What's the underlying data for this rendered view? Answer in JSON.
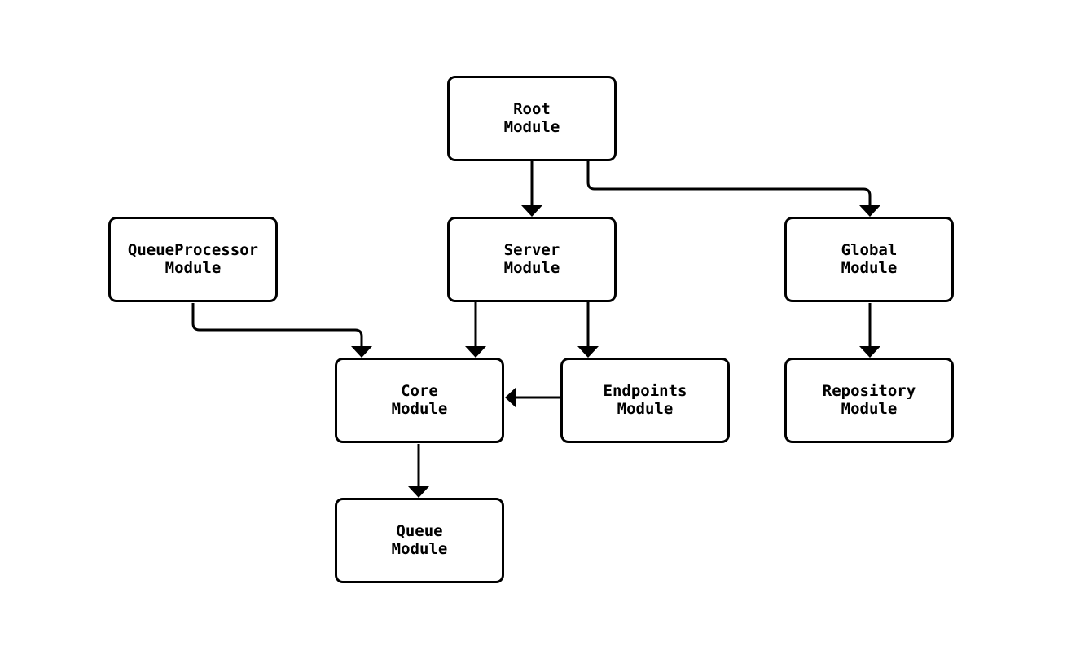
{
  "diagram": {
    "type": "flowchart",
    "background_color": "#ffffff",
    "node_fill_color": "#ffffff",
    "node_border_color": "#000000",
    "edge_color": "#000000",
    "text_color": "#000000",
    "nodes": {
      "root": {
        "label": "Root\nModule"
      },
      "queueprocessor": {
        "label": "QueueProcessor\nModule"
      },
      "server": {
        "label": "Server\nModule"
      },
      "global": {
        "label": "Global\nModule"
      },
      "core": {
        "label": "Core\nModule"
      },
      "endpoints": {
        "label": "Endpoints\nModule"
      },
      "repository": {
        "label": "Repository\nModule"
      },
      "queue": {
        "label": "Queue\nModule"
      }
    },
    "edges": [
      {
        "from": "Root Module",
        "to": "Server Module"
      },
      {
        "from": "Root Module",
        "to": "Global Module"
      },
      {
        "from": "QueueProcessor Module",
        "to": "Core Module"
      },
      {
        "from": "Server Module",
        "to": "Core Module"
      },
      {
        "from": "Server Module",
        "to": "Endpoints Module"
      },
      {
        "from": "Endpoints Module",
        "to": "Core Module"
      },
      {
        "from": "Global Module",
        "to": "Repository Module"
      },
      {
        "from": "Core Module",
        "to": "Queue Module"
      }
    ]
  }
}
